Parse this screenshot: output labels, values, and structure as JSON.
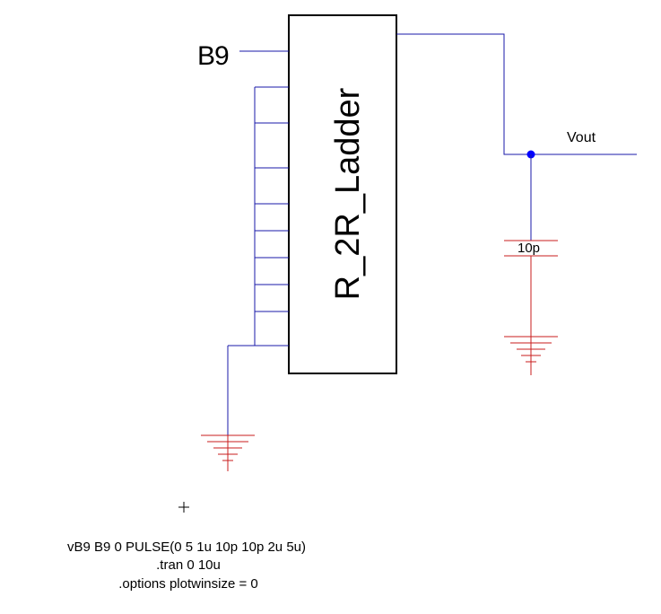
{
  "block": {
    "label": "R_2R_Ladder"
  },
  "pin_label": "B9",
  "output": {
    "net_label": "Vout"
  },
  "capacitor": {
    "value": "10p"
  },
  "spice": {
    "source_line": "vB9 B9 0 PULSE(0 5 1u 10p 10p 2u 5u)",
    "tran_line": ".tran 0 10u",
    "options_line": ".options plotwinsize = 0"
  },
  "colors": {
    "wire": "#1a1aa8",
    "ground": "#c81e1e",
    "junction": "#0000ff",
    "outline": "#000000"
  }
}
